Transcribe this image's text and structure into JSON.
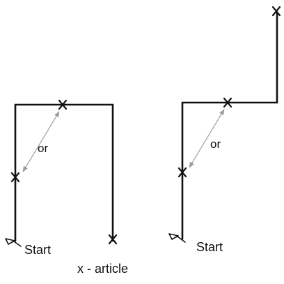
{
  "diagrams": [
    {
      "or_label": "or",
      "start_label": "Start"
    },
    {
      "or_label": "or",
      "start_label": "Start"
    }
  ],
  "legend": {
    "text": "x - article"
  }
}
